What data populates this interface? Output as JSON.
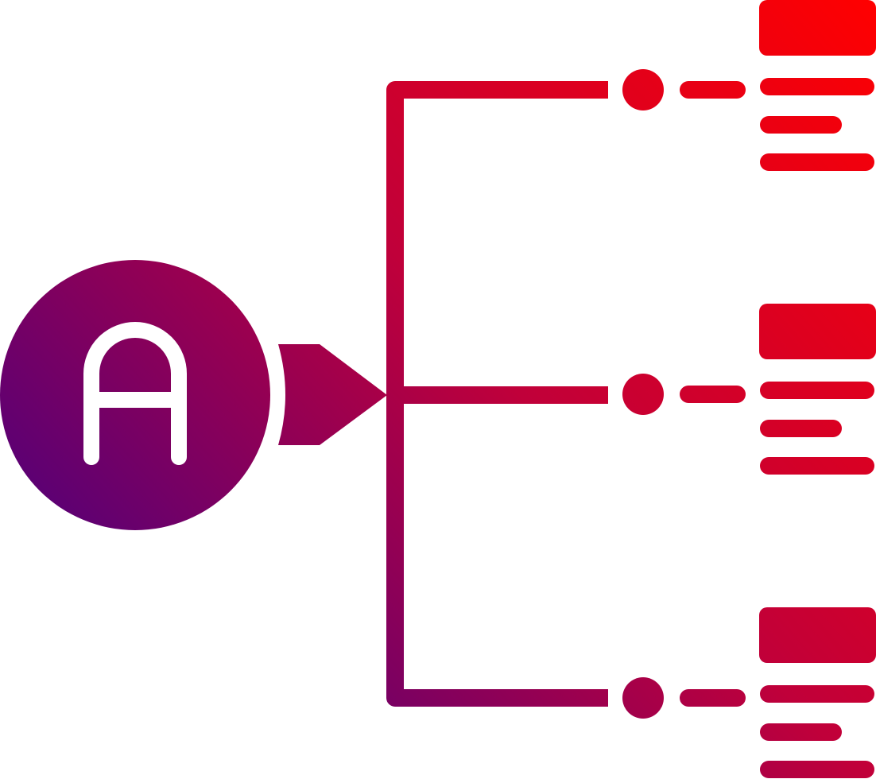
{
  "root": {
    "letter": "A",
    "icon": "letter-a-circle-icon"
  },
  "branches": [
    {
      "id": "top",
      "icon": "branch-node-icon"
    },
    {
      "id": "middle",
      "icon": "branch-node-icon"
    },
    {
      "id": "bottom",
      "icon": "branch-node-icon"
    }
  ],
  "colors": {
    "gradient_start": "#2a0090",
    "gradient_end": "#ff0000",
    "letter": "#ffffff",
    "background": "#ffffff"
  }
}
